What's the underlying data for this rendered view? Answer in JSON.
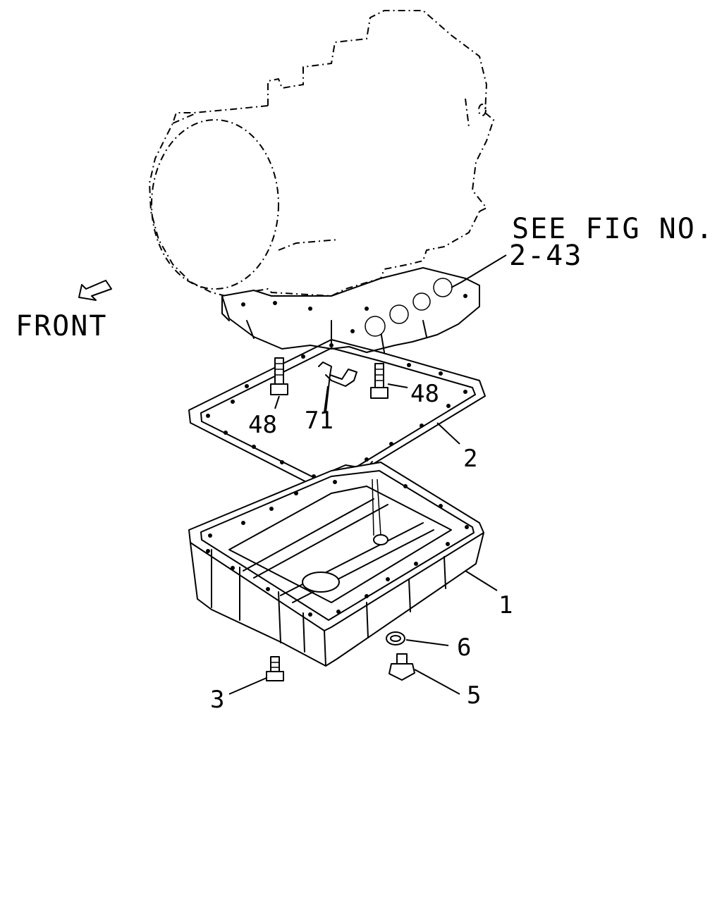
{
  "front_label": "FRONT",
  "see_fig": {
    "line1": "SEE FIG NO.",
    "line2": "2-43"
  },
  "callouts": {
    "oil_pan": "1",
    "gasket": "2",
    "pan_bolt": "3",
    "drain_plug": "5",
    "drain_washer": "6",
    "bolt_left": "48",
    "bolt_right": "48",
    "bracket": "71"
  }
}
